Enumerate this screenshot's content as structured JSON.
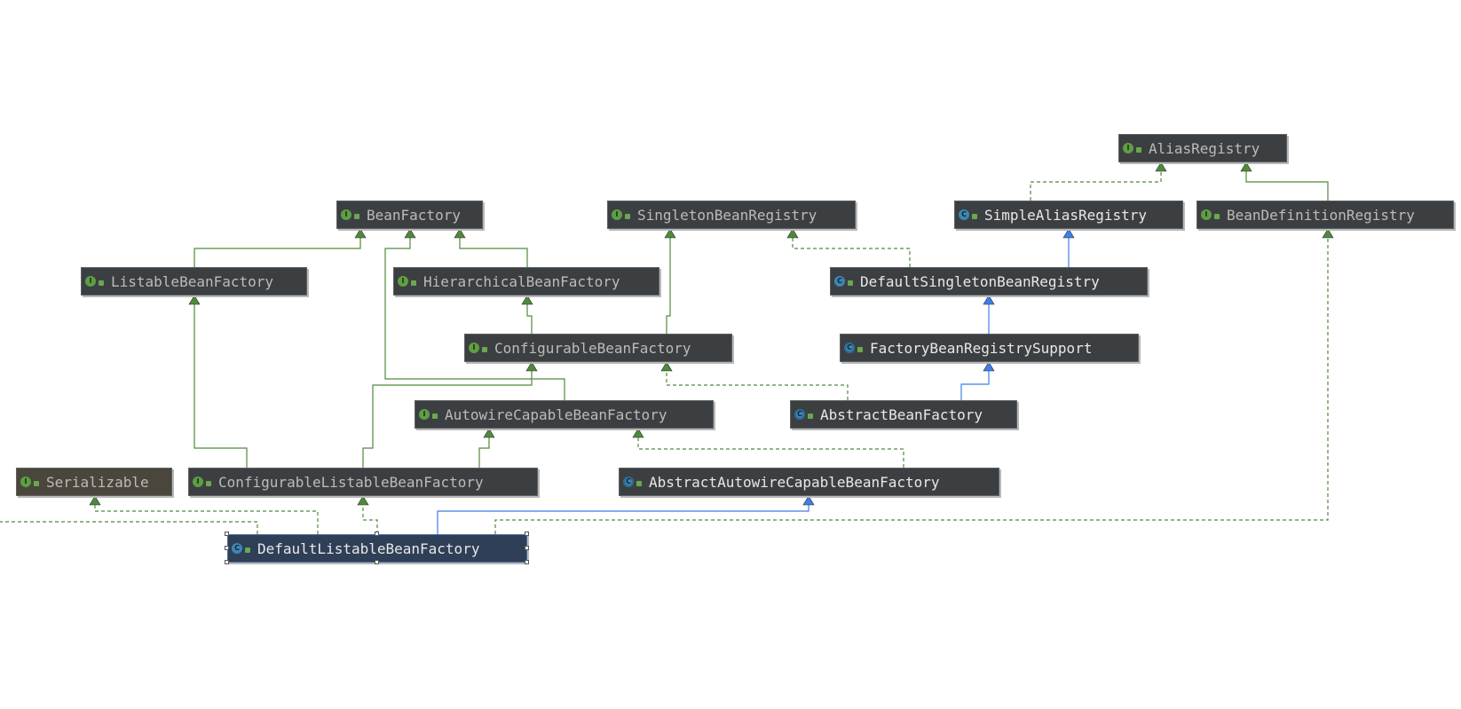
{
  "diagram": {
    "nodes": [
      {
        "id": "alias-registry",
        "label": "AliasRegistry",
        "kind": "interface",
        "icon_letter": "I"
      },
      {
        "id": "bean-factory",
        "label": "BeanFactory",
        "kind": "interface",
        "icon_letter": "I"
      },
      {
        "id": "singleton-bean-registry",
        "label": "SingletonBeanRegistry",
        "kind": "interface",
        "icon_letter": "I"
      },
      {
        "id": "simple-alias-registry",
        "label": "SimpleAliasRegistry",
        "kind": "class",
        "icon_letter": "C"
      },
      {
        "id": "bean-definition-registry",
        "label": "BeanDefinitionRegistry",
        "kind": "interface",
        "icon_letter": "I"
      },
      {
        "id": "listable-bean-factory",
        "label": "ListableBeanFactory",
        "kind": "interface",
        "icon_letter": "I"
      },
      {
        "id": "hierarchical-bean-factory",
        "label": "HierarchicalBeanFactory",
        "kind": "interface",
        "icon_letter": "I"
      },
      {
        "id": "default-singleton-bean-registry",
        "label": "DefaultSingletonBeanRegistry",
        "kind": "class",
        "icon_letter": "C"
      },
      {
        "id": "configurable-bean-factory",
        "label": "ConfigurableBeanFactory",
        "kind": "interface",
        "icon_letter": "I"
      },
      {
        "id": "factory-bean-registry-support",
        "label": "FactoryBeanRegistrySupport",
        "kind": "abstract",
        "icon_letter": "C"
      },
      {
        "id": "autowire-capable-bean-factory",
        "label": "AutowireCapableBeanFactory",
        "kind": "interface",
        "icon_letter": "I"
      },
      {
        "id": "abstract-bean-factory",
        "label": "AbstractBeanFactory",
        "kind": "abstract",
        "icon_letter": "C"
      },
      {
        "id": "serializable",
        "label": "Serializable",
        "kind": "interface",
        "icon_letter": "I",
        "external": true
      },
      {
        "id": "configurable-listable-bean-factory",
        "label": "ConfigurableListableBeanFactory",
        "kind": "interface",
        "icon_letter": "I"
      },
      {
        "id": "abstract-autowire-capable-bean-factory",
        "label": "AbstractAutowireCapableBeanFactory",
        "kind": "abstract",
        "icon_letter": "C"
      },
      {
        "id": "default-listable-bean-factory",
        "label": "DefaultListableBeanFactory",
        "kind": "class",
        "icon_letter": "C",
        "selected": true
      }
    ],
    "edges": [
      {
        "from": "listable-bean-factory",
        "to": "bean-factory",
        "relation": "extends"
      },
      {
        "from": "hierarchical-bean-factory",
        "to": "bean-factory",
        "relation": "extends"
      },
      {
        "from": "autowire-capable-bean-factory",
        "to": "bean-factory",
        "relation": "extends"
      },
      {
        "from": "configurable-bean-factory",
        "to": "hierarchical-bean-factory",
        "relation": "extends"
      },
      {
        "from": "configurable-bean-factory",
        "to": "singleton-bean-registry",
        "relation": "extends"
      },
      {
        "from": "simple-alias-registry",
        "to": "alias-registry",
        "relation": "implements"
      },
      {
        "from": "bean-definition-registry",
        "to": "alias-registry",
        "relation": "extends"
      },
      {
        "from": "default-singleton-bean-registry",
        "to": "simple-alias-registry",
        "relation": "inherits"
      },
      {
        "from": "default-singleton-bean-registry",
        "to": "singleton-bean-registry",
        "relation": "implements"
      },
      {
        "from": "factory-bean-registry-support",
        "to": "default-singleton-bean-registry",
        "relation": "inherits"
      },
      {
        "from": "abstract-bean-factory",
        "to": "factory-bean-registry-support",
        "relation": "inherits"
      },
      {
        "from": "abstract-bean-factory",
        "to": "configurable-bean-factory",
        "relation": "implements"
      },
      {
        "from": "configurable-listable-bean-factory",
        "to": "listable-bean-factory",
        "relation": "extends"
      },
      {
        "from": "configurable-listable-bean-factory",
        "to": "configurable-bean-factory",
        "relation": "extends"
      },
      {
        "from": "configurable-listable-bean-factory",
        "to": "autowire-capable-bean-factory",
        "relation": "extends"
      },
      {
        "from": "abstract-autowire-capable-bean-factory",
        "to": "abstract-bean-factory",
        "relation": "inherits"
      },
      {
        "from": "abstract-autowire-capable-bean-factory",
        "to": "autowire-capable-bean-factory",
        "relation": "implements"
      },
      {
        "from": "default-listable-bean-factory",
        "to": "abstract-autowire-capable-bean-factory",
        "relation": "inherits"
      },
      {
        "from": "default-listable-bean-factory",
        "to": "configurable-listable-bean-factory",
        "relation": "implements"
      },
      {
        "from": "default-listable-bean-factory",
        "to": "serializable",
        "relation": "implements"
      },
      {
        "from": "default-listable-bean-factory",
        "to": "bean-definition-registry",
        "relation": "implements"
      }
    ],
    "colors": {
      "interface_icon": "#5f9e44",
      "class_icon": "#3d87b4",
      "extends_edge": "#4f8a3b",
      "implements_edge": "#4f8a3b",
      "inherits_edge": "#3d7ee8",
      "node_background": "#3c3f41",
      "selected_background": "#2f3f57"
    }
  }
}
